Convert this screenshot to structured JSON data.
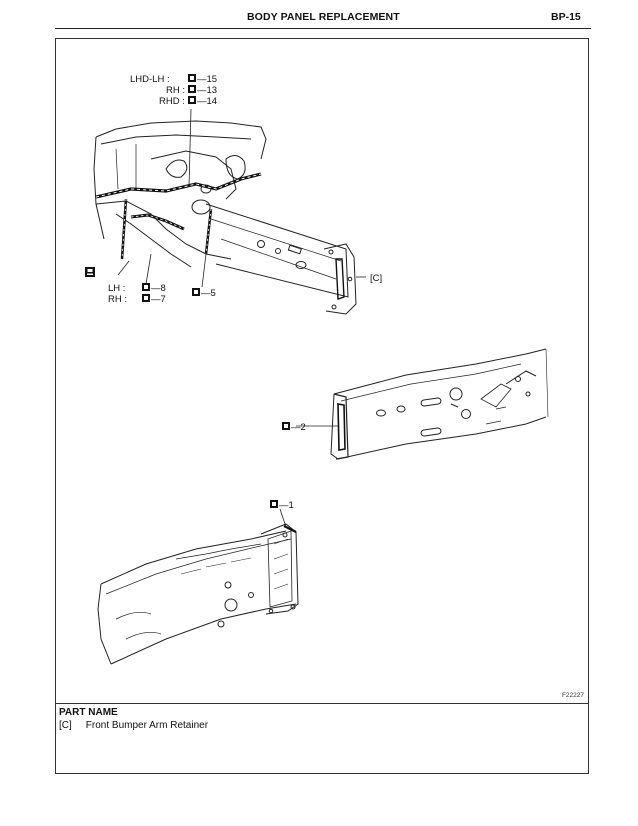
{
  "header": {
    "title": "BODY PANEL REPLACEMENT",
    "page": "BP-15"
  },
  "figure": {
    "code": "F22227",
    "callouts_top": {
      "lhd_lh": "LHD-LH :",
      "lhd_lh_num": "—15",
      "rh": "RH :",
      "rh_num": "—13",
      "rhd": "RHD :",
      "rhd_num": "—14",
      "lh2": "LH :",
      "lh2_num": "—8",
      "rh2": "RH :",
      "rh2_num": "—7",
      "five": "—5",
      "part_c": "[C]"
    },
    "callout_middle": "—2",
    "callout_bottom": "—1"
  },
  "parts": {
    "heading": "PART NAME",
    "items": [
      {
        "code": "[C]",
        "name": "Front Bumper Arm Retainer"
      }
    ]
  }
}
